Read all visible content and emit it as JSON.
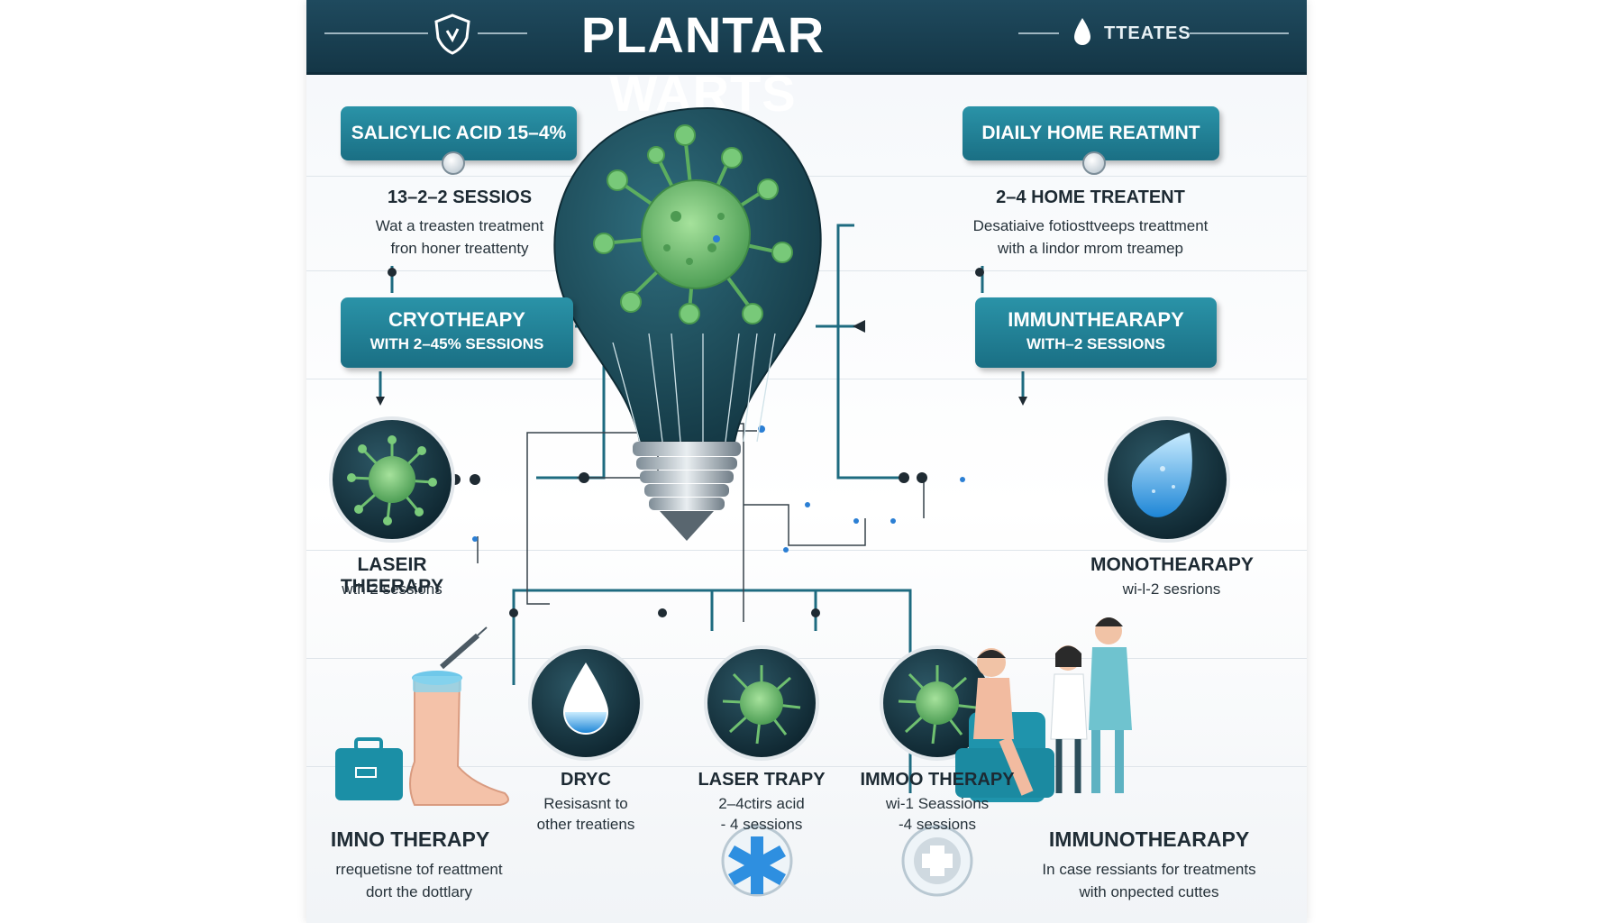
{
  "header": {
    "title": "PLANTAR WARTS",
    "subtitle": "TTEATES",
    "left_icon": "shield-icon",
    "right_icon": "droplet-icon"
  },
  "colors": {
    "header_bg": "#1a4254",
    "teal_pill": "#1f7d92",
    "virus_green": "#6abf69",
    "dark_circle": "#1e3c48",
    "water_blue": "#2f9ae0"
  },
  "left_column": {
    "top_pill": "SALICYLIC ACID 15–4%",
    "top_heading": "13–2–2 SESSIOS",
    "top_desc_line1": "Wat a treasten treatment",
    "top_desc_line2": "fron honer treattenty",
    "mid_pill_line1": "CRYOTHEAPY",
    "mid_pill_line2": "WITH 2–45% SESSIONS",
    "circle_icon": "virus-icon",
    "circle_heading": "LASEIR THEERAPY",
    "circle_desc": "wth 2 sessions"
  },
  "right_column": {
    "top_pill": "DIAILY HOME REATMNT",
    "top_heading": "2–4 HOME TREATENT",
    "top_desc_line1": "Desatiaive fotiosttveeps treattment",
    "top_desc_line2": "with a lindor mrom treamep",
    "mid_pill_line1": "IMMUNTHEARAPY",
    "mid_pill_line2": "WITH–2 SESSIONS",
    "circle_icon": "water-drop-icon",
    "circle_heading": "MONOTHEARAPY",
    "circle_desc": "wi-l-2 sesrions"
  },
  "center": {
    "icon": "lightbulb-virus-icon"
  },
  "bottom_row": {
    "left_panel": {
      "icon": "foot-syringe-icon",
      "heading": "IMNO THERAPY",
      "desc_line1": "rrequetisne tof reattment",
      "desc_line2": "dort the dottlary"
    },
    "items": [
      {
        "icon": "water-drop-icon",
        "heading": "DRYC",
        "desc_line1": "Resisasnt to",
        "desc_line2": "other treatiens"
      },
      {
        "icon": "virus-icon",
        "heading": "LASER TRAPY",
        "desc_line1": "2–4ctirs acid",
        "desc_line2": "- 4 sessions"
      },
      {
        "icon": "virus-icon",
        "heading": "IMMOO THERAPY",
        "desc_line1": "wi-1 Seassions",
        "desc_line2": "-4 sessions"
      }
    ],
    "right_panel": {
      "icon": "doctor-patient-icon",
      "heading": "IMMUNOTHEARAPY",
      "desc_line1": "In case ressiants for treatments",
      "desc_line2": "with onpected cuttes"
    },
    "footer_icons": [
      "medical-star-icon",
      "plus-badge-icon"
    ]
  }
}
